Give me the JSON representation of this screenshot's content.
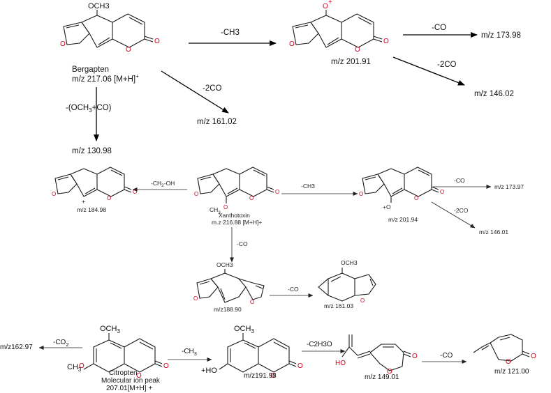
{
  "bergapten": {
    "substituent": "OCH3",
    "name": "Bergapten",
    "mz": "m/z 217.06 [M+H]",
    "mz_sup": "+"
  },
  "bergapten_path": {
    "loss_ch3": "-CH3",
    "ion_201": "m/z 201.91",
    "ion_201_charge": "+",
    "loss_co": "-CO",
    "ion_173": "m/z 173.98",
    "loss_2co_b": "-2CO",
    "ion_146": "m/z 146.02",
    "loss_2co_a": "-2CO",
    "ion_161": "m/z 161.02",
    "loss_och3co": "-(OCH",
    "loss_och3co_sub": "3",
    "loss_och3co_end": "+CO)",
    "ion_130": "m/z 130.98"
  },
  "xanthotoxin": {
    "name": "Xanthotoxin",
    "mz": "m.z 216.88 [M+H]+",
    "substituent": "CH",
    "substituent_sub": "3",
    "substituent_o": "O"
  },
  "xanthotoxin_path": {
    "loss_ch2oh": "-CH",
    "loss_ch2oh_sub": "2",
    "loss_ch2oh_end": "-OH",
    "ion_184": "m/z 184.98",
    "ion_184_charge": "+",
    "loss_ch3": "-CH3",
    "ion_201": "m/z 201.94",
    "ion_201_group": "+O",
    "loss_co_a": "-CO",
    "ion_173": "m/z 173.97",
    "loss_2co": "-2CO",
    "ion_146": "m/z 146.01",
    "loss_co_b": "-CO",
    "ion_188": "m/z188.90",
    "ion_188_sub": "OCH3",
    "loss_co_c": "-CO",
    "ion_161": "m/z 161.03",
    "ion_161_sub": "OCH3"
  },
  "citropten": {
    "sub_top": "OCH",
    "sub_top_sub": "3",
    "sub_left": "CH",
    "sub_left_sub": "3",
    "sub_left_o": "O",
    "name": "Citropten",
    "desc": "Molecular ion peak",
    "mz": "207.01[M+H] +"
  },
  "citropten_path": {
    "loss_co2": "-CO",
    "loss_co2_sub": "2",
    "ion_162": "m/z162.97",
    "loss_ch3": "-CH",
    "loss_ch3_sub": "3",
    "ion_191": "m/z191.98",
    "ion_191_group": "+HO",
    "ion_191_top": "OCH",
    "ion_191_top_sub": "3",
    "loss_c2h3o": "-C2H3O",
    "ion_149": "m/z 149.01",
    "ion_149_group": "HO",
    "loss_co": "-CO",
    "ion_121": "m/z 121.00"
  },
  "atoms": {
    "o": "O"
  }
}
